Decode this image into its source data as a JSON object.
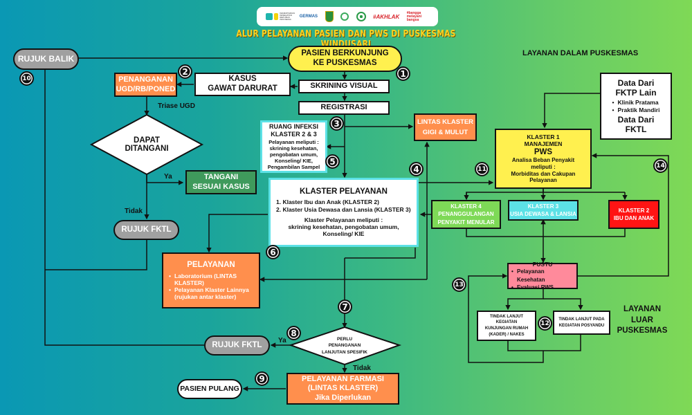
{
  "header": {
    "logos": [
      "kemenkes-logo",
      "germas-logo",
      "kabupaten-logo",
      "puskesmas-logo",
      "bakti-husada-logo",
      "akhlak-logo",
      "bangga-melayani-bangsa-logo"
    ],
    "logo_texts": {
      "kemenkes": "KEMENTERIAN KESEHATAN REPUBLIK INDONESIA",
      "germas": "GERMAS",
      "akhlak": "#AKHLAK",
      "bangga": "#bangga melayani bangsa"
    },
    "title": "ALUR PELAYANAN PASIEN DAN PWS DI PUSKESMAS WINDUSARI"
  },
  "sections": {
    "inside": "LAYANAN DALAM PUSKESMAS",
    "outside": [
      "LAYANAN",
      "LUAR",
      "PUSKESMAS"
    ]
  },
  "nodes": {
    "rujuk_balik": "RUJUK BALIK",
    "pasien_berkunjung": [
      "PASIEN BERKUNJUNG",
      "KE PUSKESMAS"
    ],
    "kasus_gd": [
      "KASUS",
      "GAWAT DARURAT"
    ],
    "penanganan_ugd": [
      "PENANGANAN",
      "UGD/RB/PONED"
    ],
    "skrining_visual": "SKRINING VISUAL",
    "registrasi": "REGISTRASI",
    "dapat_ditangani": [
      "DAPAT",
      "DITANGANI"
    ],
    "tangani": [
      "TANGANI",
      "SESUAI KASUS"
    ],
    "rujuk_fktl_1": "RUJUK FKTL",
    "ruang_infeksi": {
      "title": [
        "RUANG INFEKSI",
        "KLASTER 2 & 3"
      ],
      "body": [
        "Pelayanan meliputi :",
        "skrining kesehatan,",
        "pengobatan umum,",
        "Konseling/ KIE,",
        "Pengambilan Sampel"
      ]
    },
    "lintas_gigi": [
      "LINTAS KLASTER",
      "GIGI & MULUT"
    ],
    "klaster_pelayanan": {
      "title": "KLASTER PELAYANAN",
      "items": [
        "1. Klaster Ibu dan Anak (KLASTER 2)",
        "2. Klaster Usia Dewasa dan Lansia (KLASTER 3)"
      ],
      "body": [
        "Klaster Pelayanan meliputi :",
        "skrining kesehatan, pengobatan umum,",
        "Konseling/ KIE"
      ]
    },
    "pelayanan": {
      "title": "PELAYANAN",
      "items": [
        "Laboratorium (LINTAS KLASTER)",
        "Pelayanan Klaster Lainnya (rujukan antar klaster)"
      ]
    },
    "perlu_penanganan": [
      "PERLU",
      "PENANGANAN",
      "LANJUTAN SPESIFIK"
    ],
    "rujuk_fktl_2": "RUJUK FKTL",
    "pasien_pulang": "PASIEN PULANG",
    "farmasi": [
      "PELAYANAN FARMASI",
      "(LINTAS KLASTER)",
      "Jika Diperlukan"
    ],
    "data_dari": {
      "title1": [
        "Data Dari",
        "FKTP Lain"
      ],
      "items": [
        "Klinik Pratama",
        "Praktik Mandiri"
      ],
      "title2": [
        "Data Dari",
        "FKTL"
      ]
    },
    "klaster1": {
      "title": [
        "KLASTER 1",
        "MANAJEMEN"
      ],
      "big": "PWS",
      "body": [
        "Analisa Beban Penyakit",
        "meliputi :",
        "Morbiditas dan Cakupan",
        "Pelayanan"
      ]
    },
    "klaster4": [
      "KLASTER 4",
      "PENANGGULANGAN",
      "PENYAKIT MENULAR"
    ],
    "klaster3": [
      "KLASTER 3",
      "USIA DEWASA & LANSIA"
    ],
    "klaster2": [
      "KLASTER 2",
      "IBU DAN ANAK"
    ],
    "pustu": {
      "title": "PUSTU",
      "items": [
        "Pelayanan Kesehatan",
        "Evaluasi PWS"
      ]
    },
    "tindak_rumah": [
      "TINDAK LANJUT",
      "KEGIATAN",
      "KUNJUNGAN RUMAH",
      "(KADER) / NAKES"
    ],
    "tindak_posyandu": [
      "TINDAK LANJUT PADA",
      "KEGIATAN POSYANDU"
    ]
  },
  "edge_labels": {
    "triase": "Triase UGD",
    "ya1": "Ya",
    "tidak1": "Tidak",
    "ya2": "Ya",
    "tidak2": "Tidak"
  },
  "steps": [
    "1",
    "2",
    "3",
    "4",
    "5",
    "6",
    "7",
    "8",
    "9",
    "10",
    "11",
    "12",
    "13",
    "14"
  ],
  "colors": {
    "orange": "#ff8f4d",
    "yellow": "#fff04f",
    "green_dark": "#3f9a5c",
    "green_light": "#7ed957",
    "cyan": "#5ce1e6",
    "red": "#ff1414",
    "pink": "#ff8a9b",
    "gray": "#a0a0a0"
  }
}
